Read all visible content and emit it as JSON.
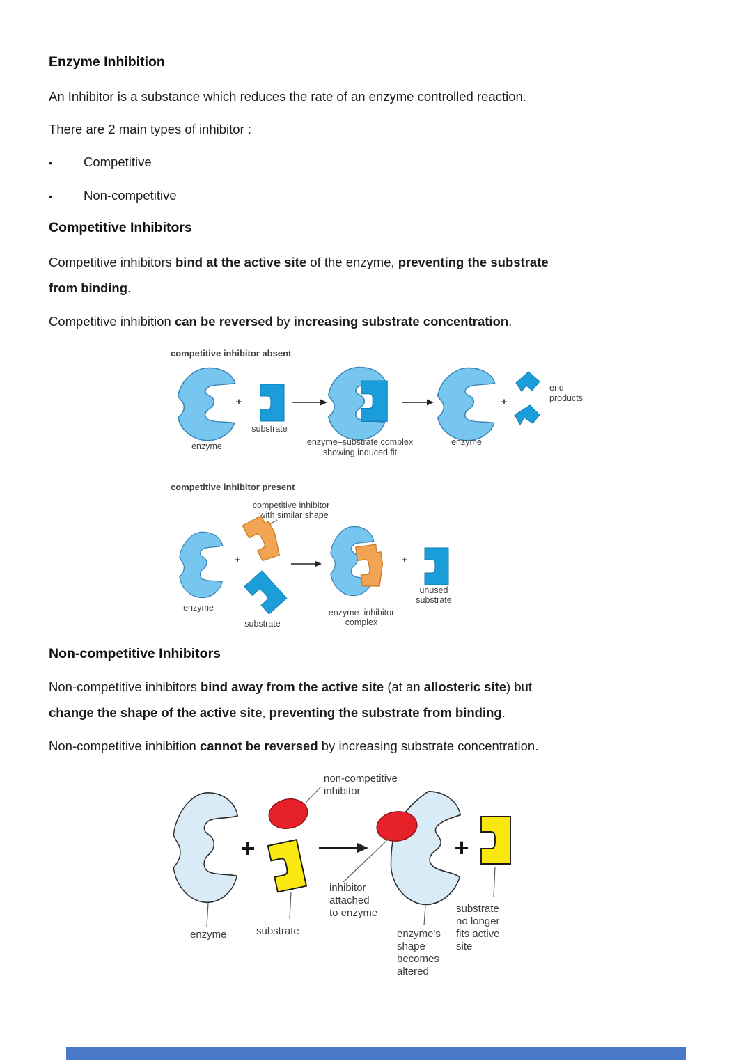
{
  "colors": {
    "enzyme_fill": "#76C6EF",
    "enzyme_stroke": "#3D85B5",
    "substrate_fill": "#1B9DD9",
    "inhibitor_fill": "#F2A455",
    "pale_enzyme_fill": "#D9EBF7",
    "red_inhibitor_fill": "#E62129",
    "yellow_substrate_fill": "#F9E70F",
    "body_text": "#1C1C1C",
    "diagram_text": "#3F3F3F",
    "bottom_bar": "#4B79C9"
  },
  "doc": {
    "title": "Enzyme Inhibition",
    "intro": "An Inhibitor is a substance which reduces the rate of an enzyme controlled reaction.",
    "types_line": "There are 2 main types of inhibitor :",
    "bullet_char": "•",
    "bullets": [
      "Competitive",
      "Non-competitive"
    ],
    "competitive_heading": "Competitive Inhibitors",
    "competitive_p1": [
      {
        "t": "Competitive inhibitors ",
        "b": 0
      },
      {
        "t": "bind at the active site",
        "b": 1
      },
      {
        "t": " of the enzyme, ",
        "b": 0
      },
      {
        "t": "preventing the substrate\nfrom binding",
        "b": 1
      },
      {
        "t": ".",
        "b": 0
      }
    ],
    "competitive_p2": [
      {
        "t": "Competitive inhibition ",
        "b": 0
      },
      {
        "t": "can be reversed",
        "b": 1
      },
      {
        "t": " by ",
        "b": 0
      },
      {
        "t": "increasing substrate concentration",
        "b": 1
      },
      {
        "t": ".",
        "b": 0
      }
    ],
    "noncompetitive_heading": "Non-competitive Inhibitors",
    "noncompetitive_p1": [
      {
        "t": "Non-competitive inhibitors ",
        "b": 0
      },
      {
        "t": "bind away from the active site",
        "b": 1
      },
      {
        "t": " (at an ",
        "b": 0
      },
      {
        "t": "allosteric site",
        "b": 1
      },
      {
        "t": ") but\n",
        "b": 0
      },
      {
        "t": "change the shape of the active site",
        "b": 1
      },
      {
        "t": ", ",
        "b": 0
      },
      {
        "t": "preventing the substrate from binding",
        "b": 1
      },
      {
        "t": ".",
        "b": 0
      }
    ],
    "noncompetitive_p2": [
      {
        "t": "Non-competitive inhibition ",
        "b": 0
      },
      {
        "t": "cannot be reversed",
        "b": 1
      },
      {
        "t": " by increasing substrate concentration.",
        "b": 0
      }
    ]
  },
  "diagram1": {
    "title": "competitive inhibitor absent",
    "plus": "+",
    "enzyme_label_1": "enzyme",
    "substrate_label": "substrate",
    "complex_label_1": "enzyme–substrate complex",
    "complex_label_2": "showing induced fit",
    "enzyme_label_2": "enzyme",
    "end_label_1": "end",
    "end_label_2": "products"
  },
  "diagram2": {
    "title": "competitive inhibitor present",
    "inhibitor_label_1": "competitive inhibitor",
    "inhibitor_label_2": "with similar shape",
    "plus": "+",
    "enzyme_label": "enzyme",
    "substrate_label": "substrate",
    "complex_label_1": "enzyme–inhibitor",
    "complex_label_2": "complex",
    "unused_label_1": "unused",
    "unused_label_2": "substrate"
  },
  "diagram3": {
    "inhibitor_label_1": "non-competitive",
    "inhibitor_label_2": "inhibitor",
    "plus": "+",
    "enzyme_label": "enzyme",
    "substrate_label": "substrate",
    "attached_label_1": "inhibitor",
    "attached_label_2": "attached",
    "attached_label_3": "to enzyme",
    "altered_label_1": "enzyme's",
    "altered_label_2": "shape",
    "altered_label_3": "becomes",
    "altered_label_4": "altered",
    "nofit_label_1": "substrate",
    "nofit_label_2": "no longer",
    "nofit_label_3": "fits active",
    "nofit_label_4": "site"
  }
}
